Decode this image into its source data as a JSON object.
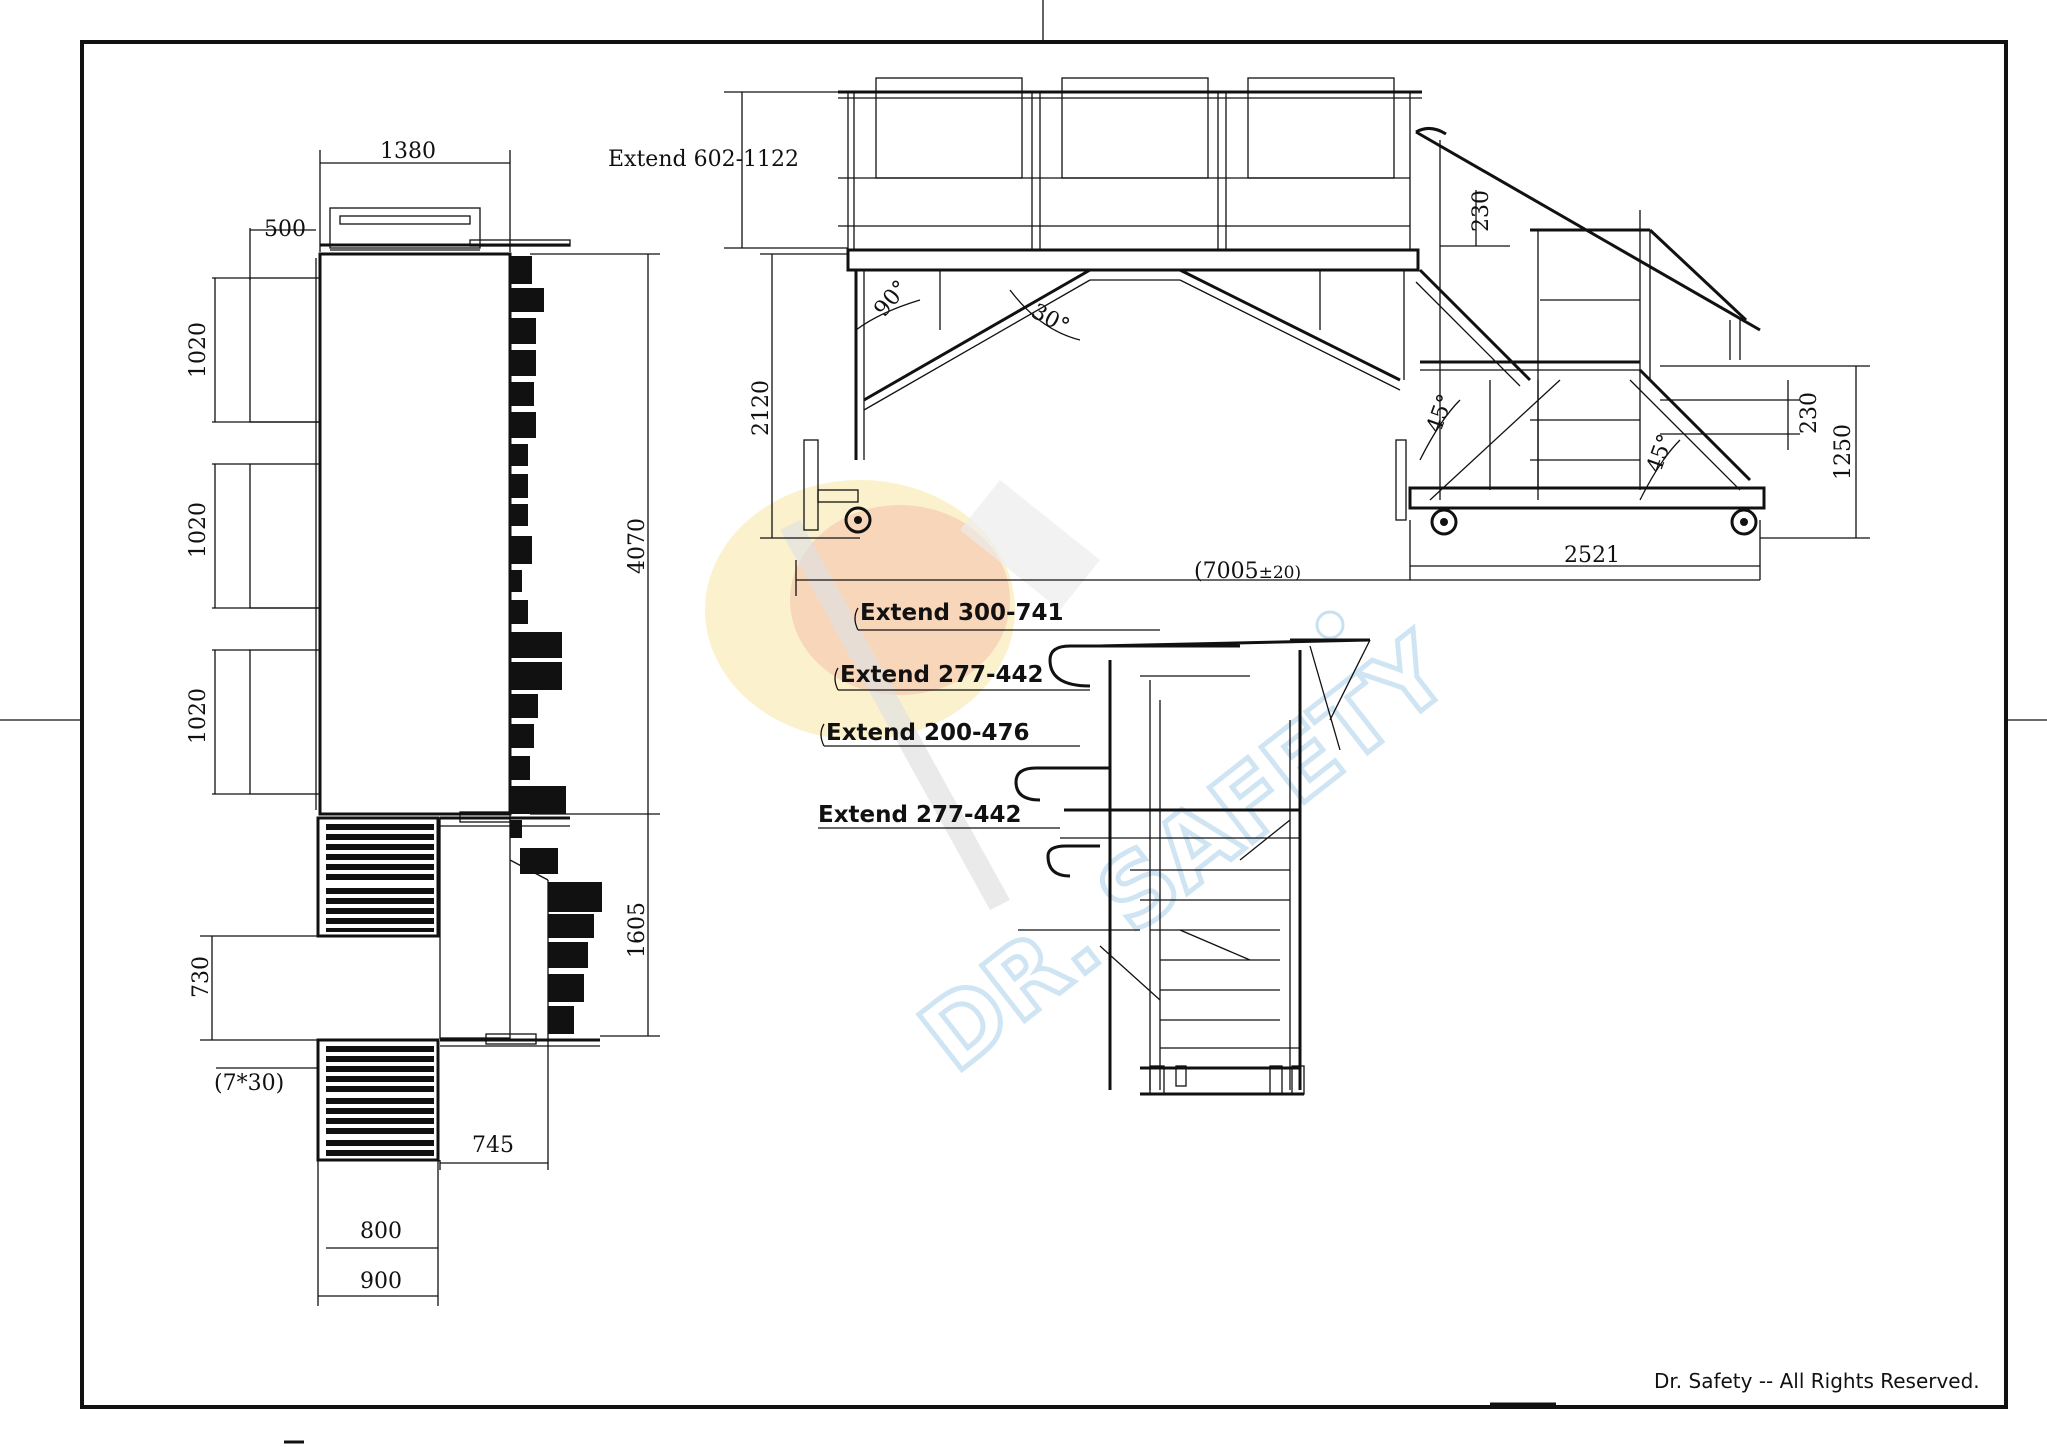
{
  "dimensions": {
    "plan_width": "1380",
    "plan_offset": "500",
    "module_1": "1020",
    "module_2": "1020",
    "module_3": "1020",
    "platform_length": "4070",
    "stair_length": "1605",
    "stair_gap": "730",
    "tread_note": "(7*30)",
    "stair_offset": "745",
    "stair_inner": "800",
    "stair_outer": "900",
    "rail_extend": "Extend 602-1122",
    "height": "2120",
    "riser_top": "230",
    "riser_bottom": "230",
    "landing_height": "1250",
    "total_length": "(7005",
    "tolerance": "±20)",
    "base_length": "2521",
    "angle_90": "90°",
    "angle_30": "30°",
    "angle_45_a": "45°",
    "angle_45_b": "45°"
  },
  "extend_labels": [
    "Extend 300-741",
    "Extend 277-442",
    "Extend 200-476",
    "Extend 277-442"
  ],
  "watermark": "DR. SAFETY",
  "copyright": "Dr. Safety -- All Rights Reserved.",
  "colors": {
    "line": "#111111",
    "watermark_red": "#e88060",
    "watermark_yellow": "#f0c840",
    "watermark_blue": "#9cc8e8"
  }
}
